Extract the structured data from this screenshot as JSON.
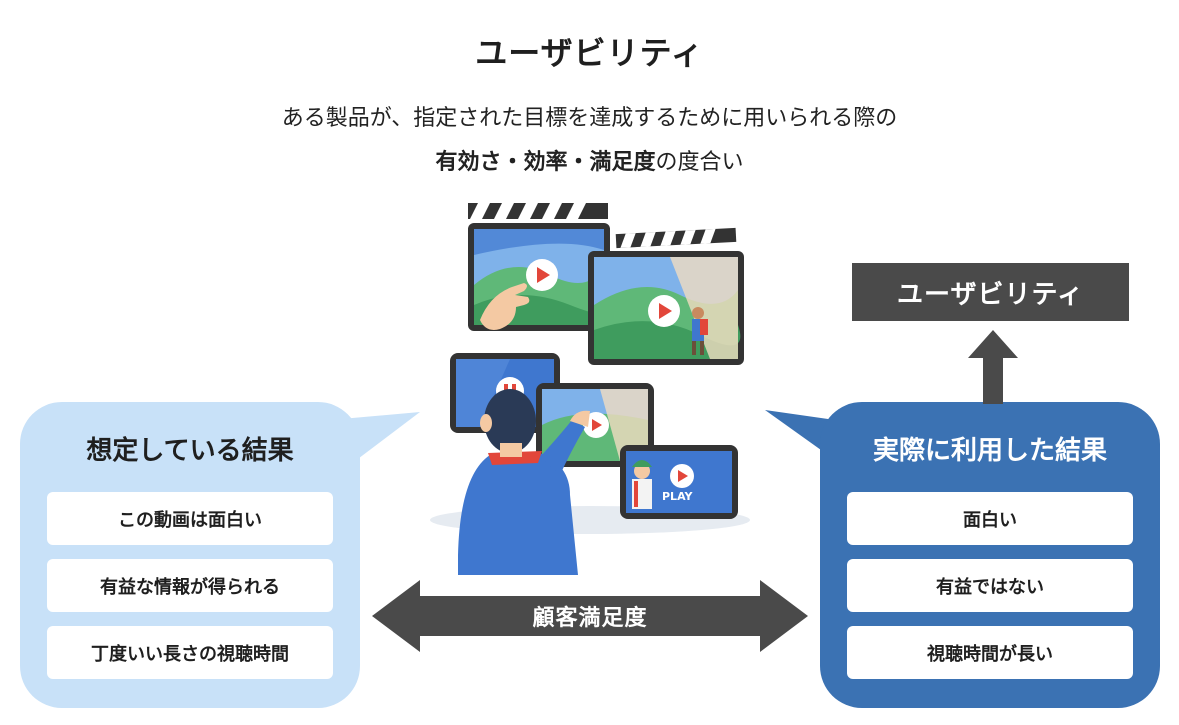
{
  "title": "ユーザビリティ",
  "definition": {
    "line1": "ある製品が、指定された目標を達成するために用いられる際の",
    "line2_strong": "有効さ・効率・満足度",
    "line2_rest": "の度合い"
  },
  "left": {
    "heading": "想定している結果",
    "items": [
      "この動画は面白い",
      "有益な情報が得られる",
      "丁度いい長さの視聴時間"
    ]
  },
  "right": {
    "heading": "実際に利用した結果",
    "items": [
      "面白い",
      "有益ではない",
      "視聴時間が長い"
    ]
  },
  "usability_box": "ユーザビリティ",
  "arrow_label": "顧客満足度",
  "illustration": {
    "play_label": "PLAY"
  },
  "colors": {
    "left_bubble": "#c8e1f8",
    "right_bubble": "#3b72b3",
    "dark_box": "#4a4a4a",
    "screen_blue": "#3f77cf"
  }
}
